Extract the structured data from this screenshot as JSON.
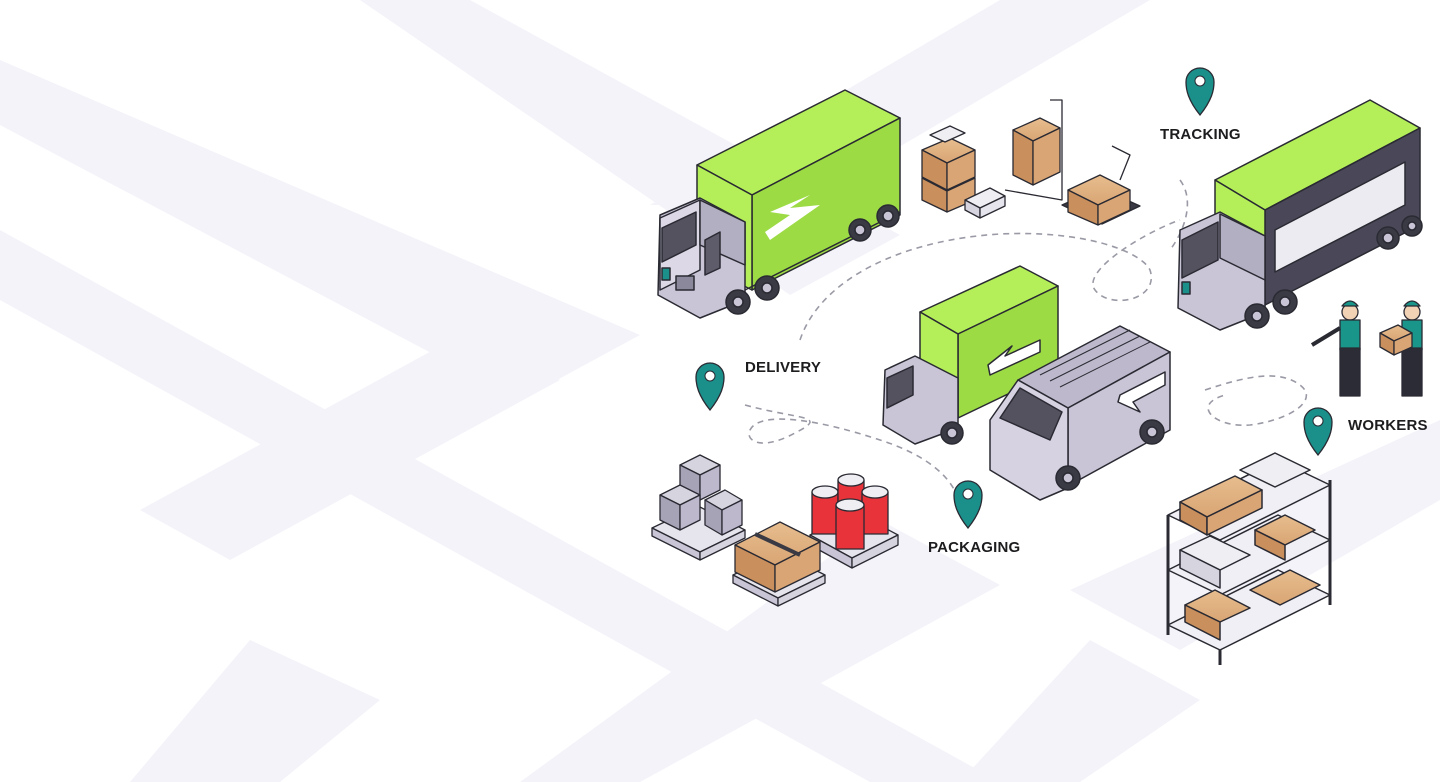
{
  "labels": {
    "tracking": "TRACKING",
    "delivery": "DELIVERY",
    "workers": "WORKERS",
    "packaging": "PACKAGING"
  },
  "icons": [
    "map-pin-icon"
  ],
  "colors": {
    "accent_green": "#b4ef5a",
    "accent_green_dark": "#7bcc3e",
    "pin_teal": "#1b8f8a",
    "truck_body": "#c9c5d6",
    "box_brown": "#d9a574",
    "barrel_red": "#e8333a",
    "worker_teal": "#19958a",
    "road_band": "#f3f2f8",
    "outline": "#2a2a33"
  }
}
